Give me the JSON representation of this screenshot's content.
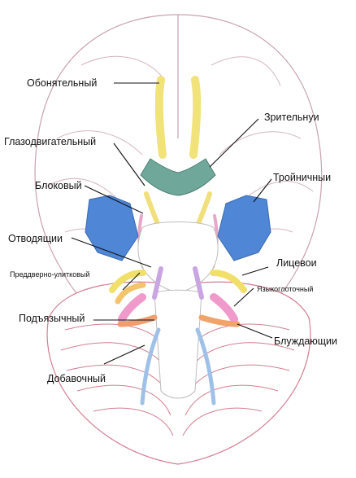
{
  "labels": {
    "olfactory": "Обонятельный",
    "optic": "Зрительнуи",
    "oculomotor": "Глазодвигательный",
    "trochlear": "Блоковый",
    "trigeminal": "Тройничныи",
    "abducens": "Отводящии",
    "facial": "Лицевои",
    "vestibulocochlear": "Преддверно-улитковый",
    "glossopharyngeal": "Языкоглоточный",
    "hypoglossal": "Подъязычный",
    "vagus": "Блуждающии",
    "accessory": "Добавочный"
  },
  "colors": {
    "olfactory": "#f2e27a",
    "optic": "#6fa89a",
    "oculomotor": "#f0df7a",
    "trochlear": "#e7a7c8",
    "trigeminal": "#4f86d6",
    "abducens": "#c9a5e2",
    "facial": "#f0e06a",
    "vestibulocochlear": "#f3c46a",
    "glossopharyngeal": "#ef9acb",
    "vagus": "#f1a36a",
    "hypoglossal": "#f29d6e",
    "accessory": "#9fc1e8",
    "brain_lines": "#c9a2ad",
    "cerebellum_lines": "#d37f93"
  }
}
